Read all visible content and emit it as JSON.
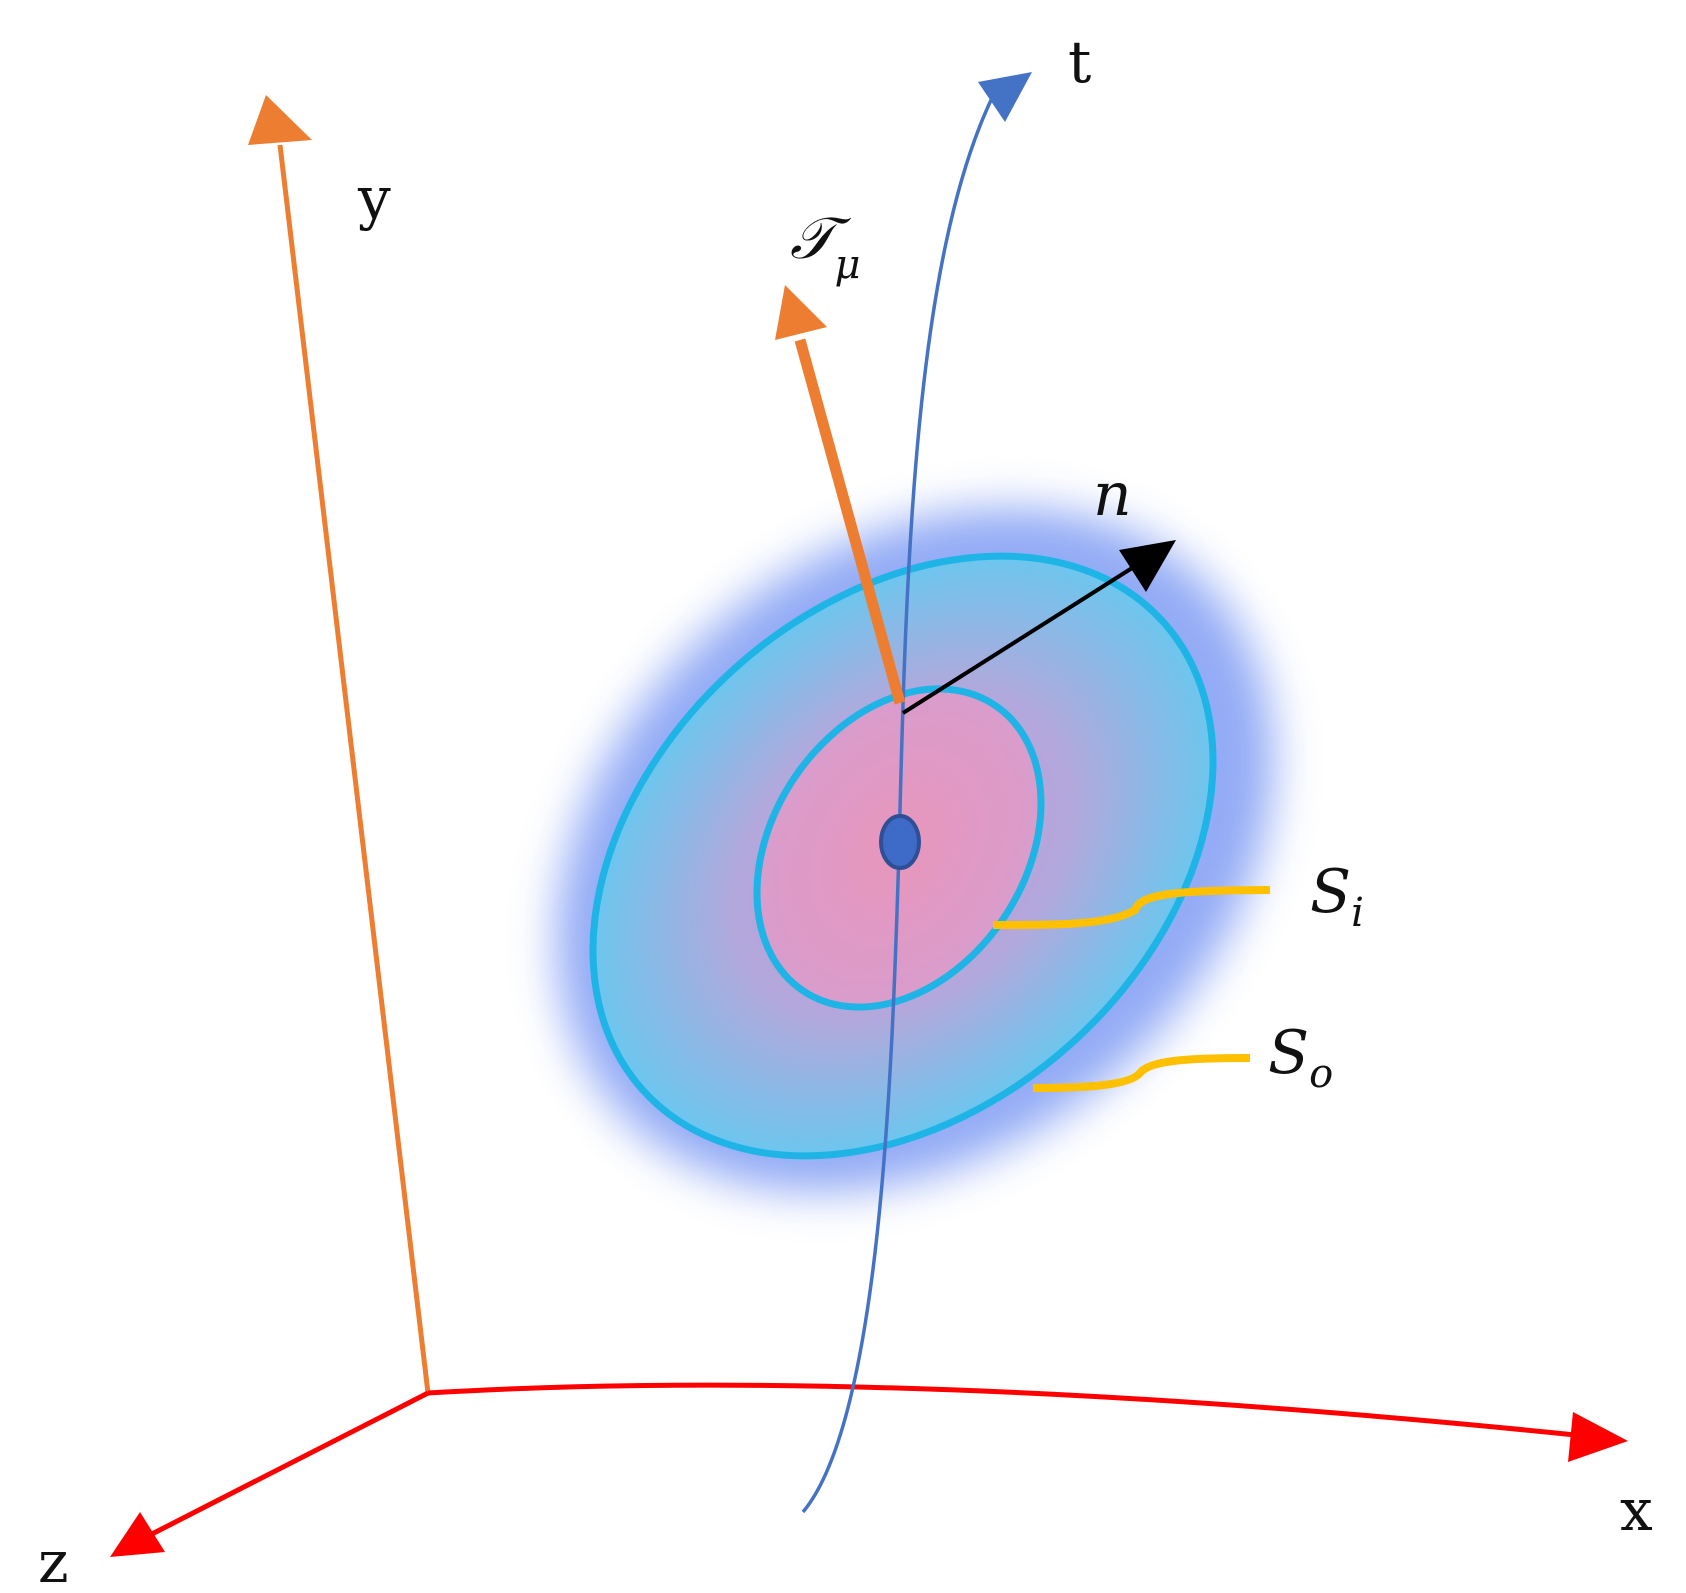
{
  "axes": {
    "x_label": "x",
    "y_label": "y",
    "z_label": "z",
    "t_label": "t"
  },
  "vectors": {
    "normal_label": "n",
    "tmu_symbol": "𝒯",
    "tmu_subscript": "μ"
  },
  "surfaces": {
    "inner_symbol": "S",
    "inner_subscript": "i",
    "outer_symbol": "S",
    "outer_subscript": "o"
  },
  "colors": {
    "x_axis": "#ff0000",
    "z_axis": "#ff0000",
    "y_axis": "#ed7d31",
    "t_curve": "#4472c4",
    "tmu_vector": "#ed7d31",
    "normal_vector": "#000000",
    "outer_surface_edge": "#1fb4e6",
    "inner_surface_edge": "#1fb4e6",
    "inner_fill": "#e98fb4",
    "outer_fill": "#79c4ea",
    "glow": "#7f9cf5",
    "leader_lines": "#ffc000",
    "center_point": "#3e6bc8"
  }
}
